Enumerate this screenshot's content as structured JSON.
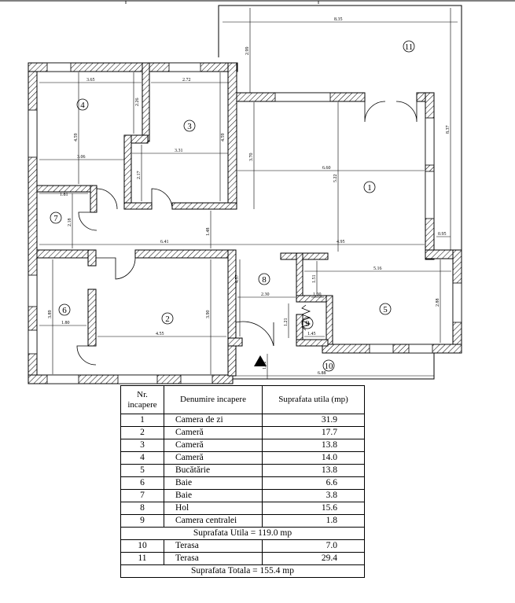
{
  "plan": {
    "room_numbers": [
      "1",
      "2",
      "3",
      "4",
      "5",
      "6",
      "7",
      "8",
      "9",
      "10",
      "11"
    ],
    "dimensions": {
      "d835": "8.35",
      "d299": "2.99",
      "d837": "8.37",
      "d365": "3.65",
      "d272": "2.72",
      "d226": "2.26",
      "d459a": "4.59",
      "d459b": "4.59",
      "d306": "3.06",
      "d331": "3.31",
      "d217": "2.17",
      "d370": "3.70",
      "d660": "6.60",
      "d522": "5.22",
      "d181": "1.81",
      "d218": "2.18",
      "d641": "6.41",
      "d148": "1.48",
      "d495": "4.95",
      "d095": "0.95",
      "d516": "5.16",
      "d151": "1.51",
      "d100": "1.00",
      "d288": "2.88",
      "d457": "4.57",
      "d230": "2.30",
      "d121": "1.21",
      "d145": "1.45",
      "d389": "3.89",
      "d180": "1.80",
      "d390": "3.90",
      "d455": "4.55",
      "d102": "1.02",
      "d688": "6.88"
    }
  },
  "table": {
    "headers": [
      "Nr. incapere",
      "Denumire incapere",
      "Suprafata utila (mp)"
    ],
    "rooms": [
      {
        "nr": "1",
        "name": "Camera de zi",
        "area": "31.9"
      },
      {
        "nr": "2",
        "name": "Cameră",
        "area": "17.7"
      },
      {
        "nr": "3",
        "name": "Cameră",
        "area": "13.8"
      },
      {
        "nr": "4",
        "name": "Cameră",
        "area": "14.0"
      },
      {
        "nr": "5",
        "name": "Bucătărie",
        "area": "13.8"
      },
      {
        "nr": "6",
        "name": "Baie",
        "area": "6.6"
      },
      {
        "nr": "7",
        "name": "Baie",
        "area": "3.8"
      },
      {
        "nr": "8",
        "name": "Hol",
        "area": "15.6"
      },
      {
        "nr": "9",
        "name": "Camera centralei",
        "area": "1.8"
      }
    ],
    "subtotal": "Suprafata Utila   = 119.0  mp",
    "terraces": [
      {
        "nr": "10",
        "name": "Terasa",
        "area": "7.0"
      },
      {
        "nr": "11",
        "name": "Terasa",
        "area": "29.4"
      }
    ],
    "total": "Suprafata Totala  =  155.4 mp"
  }
}
